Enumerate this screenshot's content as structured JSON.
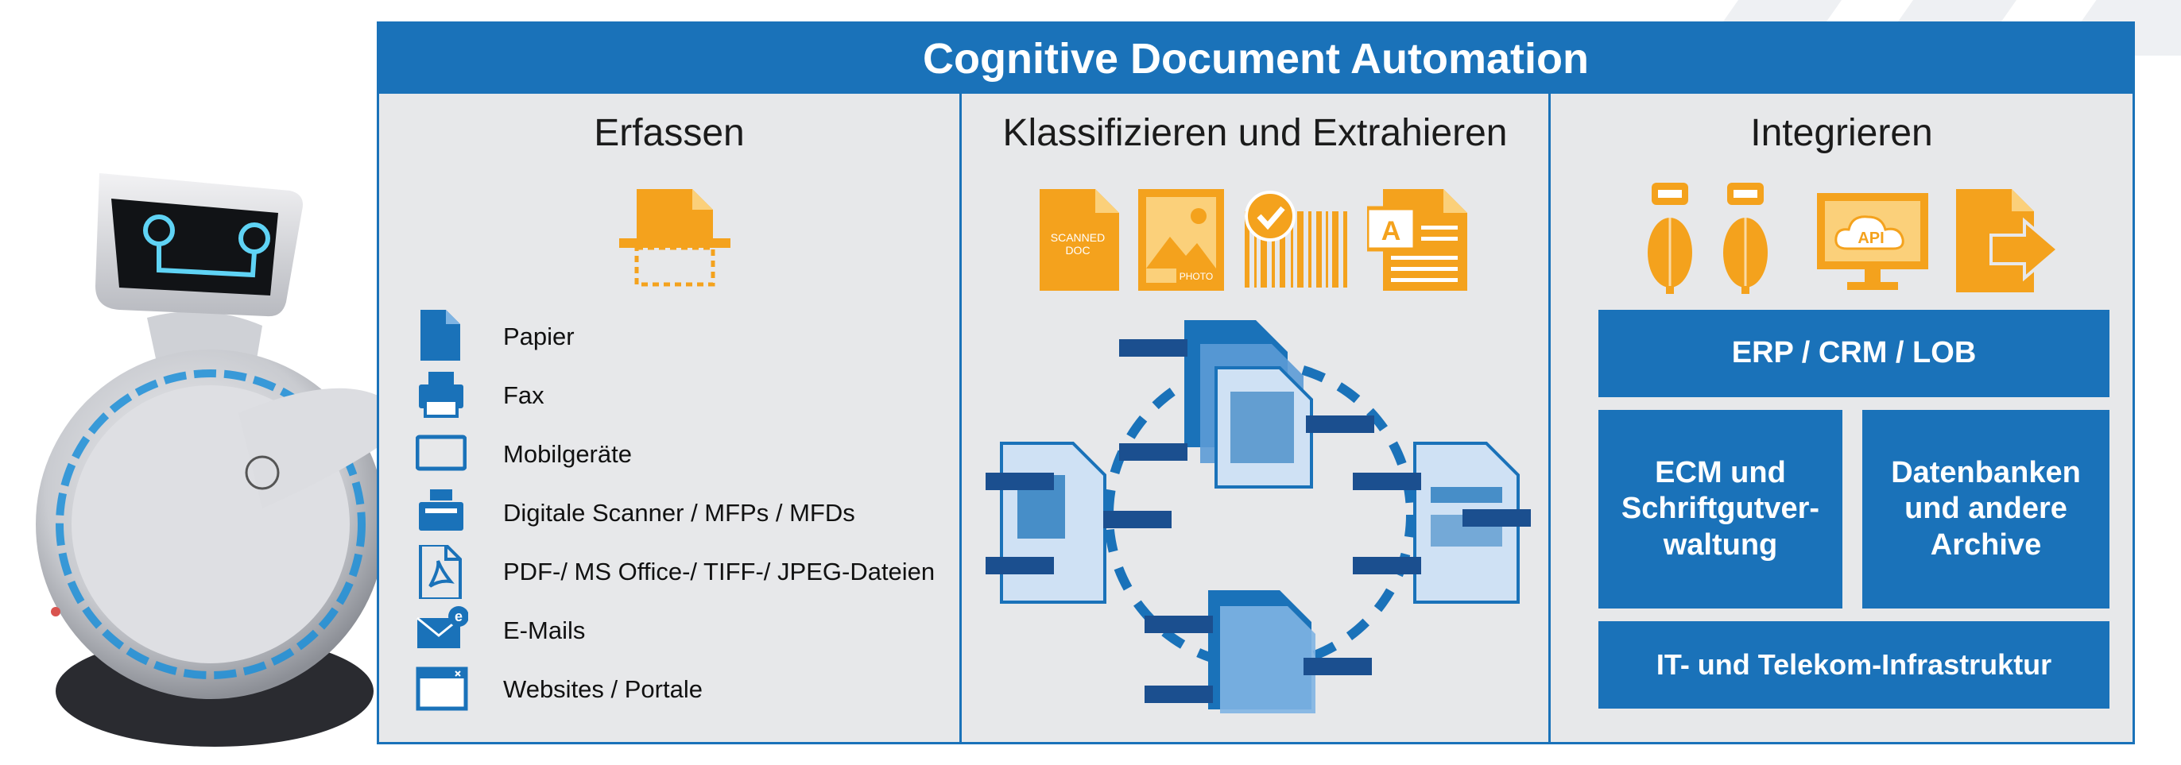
{
  "diagram": {
    "title": "Cognitive Document Automation",
    "capture": {
      "heading": "Erfassen",
      "items": [
        {
          "label": "Papier",
          "icon": "paper-document-icon"
        },
        {
          "label": "Fax",
          "icon": "fax-icon"
        },
        {
          "label": "Mobilgeräte",
          "icon": "mobile-device-icon"
        },
        {
          "label": "Digitale Scanner / MFPs / MFDs",
          "icon": "scanner-icon"
        },
        {
          "label": "PDF-/ MS Office-/ TIFF-/ JPEG-Dateien",
          "icon": "pdf-file-icon"
        },
        {
          "label": "E-Mails",
          "icon": "email-icon"
        },
        {
          "label": "Websites / Portale",
          "icon": "website-window-icon"
        }
      ]
    },
    "classify": {
      "heading": "Klassifizieren und Extrahieren",
      "scanned_doc_line1": "SCANNED",
      "scanned_doc_line2": "DOC",
      "photo_label": "PHOTO"
    },
    "integrate": {
      "heading": "Integrieren",
      "api_label": "API",
      "systems": {
        "erp": "ERP / CRM / LOB",
        "ecm": "ECM und Schriftgutver-waltung",
        "databases": "Datenbanken und andere Archive",
        "it": "IT- und Telekom-Infrastruktur"
      }
    },
    "colors": {
      "brand_blue": "#1a72b9",
      "dark_blue": "#1b4f8f",
      "orange": "#f4a21d",
      "panel_gray": "#e7e8ea"
    }
  }
}
